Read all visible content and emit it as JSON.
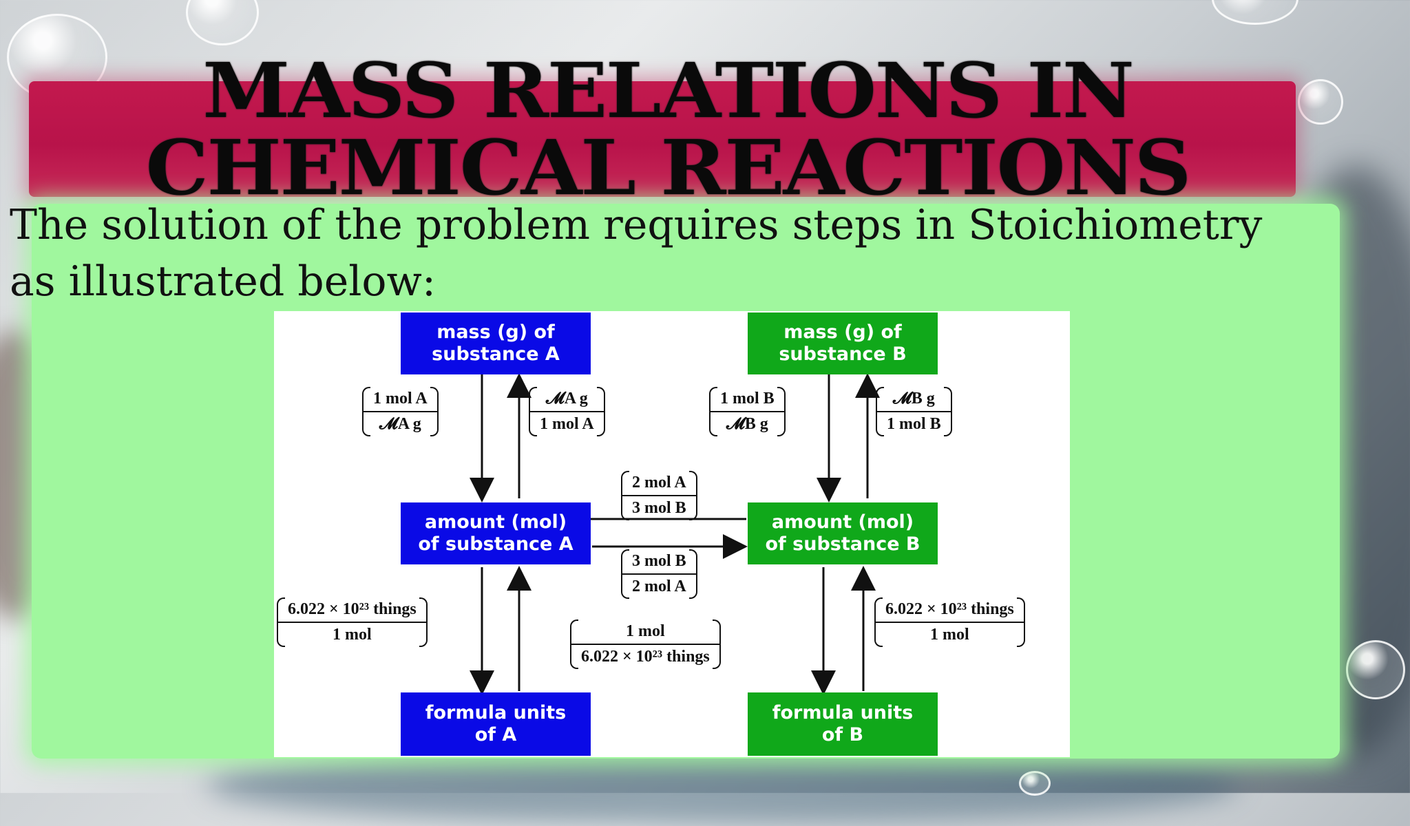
{
  "slide": {
    "title_line1": "MASS RELATIONS IN",
    "title_line2": "CHEMICAL REACTIONS",
    "subtitle": "The solution of the problem requires steps in Stoichiometry as illustrated below:",
    "colors": {
      "title_band": "#c3194e",
      "panel": "#a0f79e",
      "blue_node": "#0a0ae6",
      "green_node": "#10a81a"
    }
  },
  "diagram": {
    "nodes": {
      "mass_a": "mass (g) of\nsubstance A",
      "mass_b": "mass (g) of\nsubstance B",
      "amount_a": "amount (mol)\nof substance A",
      "amount_b": "amount (mol)\nof substance B",
      "units_a": "formula units\nof A",
      "units_b": "formula units\nof B"
    },
    "factors": {
      "mass_to_mol_a": {
        "num": "1  mol  A",
        "den": "𝓜A  g"
      },
      "mol_to_mass_a": {
        "num": "𝓜A  g",
        "den": "1  mol  A"
      },
      "mass_to_mol_b": {
        "num": "1  mol  B",
        "den": "𝓜B  g"
      },
      "mol_to_mass_b": {
        "num": "𝓜B  g",
        "den": "1  mol  B"
      },
      "b_to_a": {
        "num": "2  mol  A",
        "den": "3  mol  B"
      },
      "a_to_b": {
        "num": "3  mol  B",
        "den": "2  mol  A"
      },
      "mol_to_units_a": {
        "num": "6.022 × 10²³  things",
        "den": "1  mol"
      },
      "units_to_mol_center": {
        "num": "1  mol",
        "den": "6.022 × 10²³  things"
      },
      "mol_to_units_b": {
        "num": "6.022 × 10²³  things",
        "den": "1  mol"
      }
    }
  }
}
